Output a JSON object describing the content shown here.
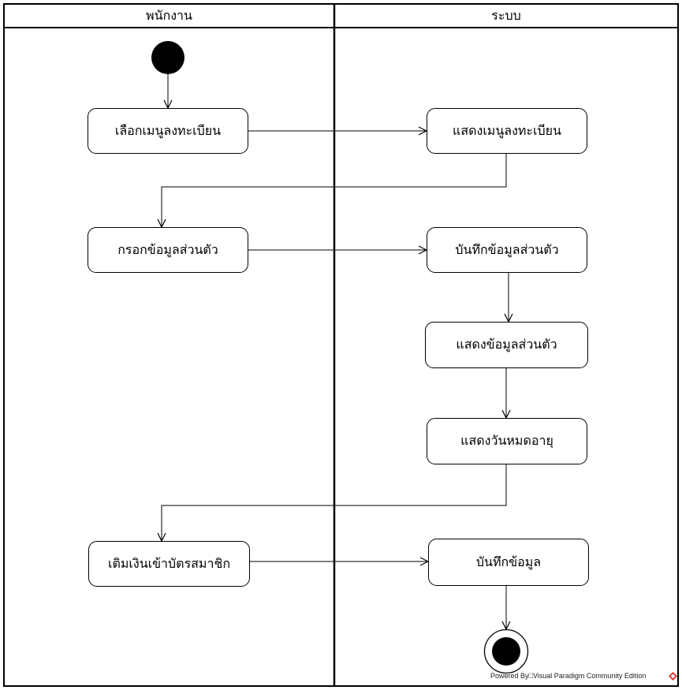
{
  "lanes": [
    {
      "id": "employee",
      "label": "พนักงาน"
    },
    {
      "id": "system",
      "label": "ระบบ"
    }
  ],
  "actions": {
    "select_menu": "เลือกเมนูลงทะเบียน",
    "show_menu": "แสดงเมนูลงทะเบียน",
    "fill_info": "กรอกข้อมูลส่วนตัว",
    "save_info": "บันทึกข้อมูลส่วนตัว",
    "show_info": "แสดงข้อมูลส่วนตัว",
    "show_expiry": "แสดงวันหมดอายุ",
    "top_up": "เติมเงินเข้าบัตรสมาชิก",
    "save_data": "บันทึกข้อมูล"
  },
  "footer": {
    "watermark": "Powered By□Visual Paradigm Community Edition"
  },
  "colors": {
    "line": "#000000",
    "background": "#ffffff",
    "watermark_logo": "#d9342b"
  }
}
